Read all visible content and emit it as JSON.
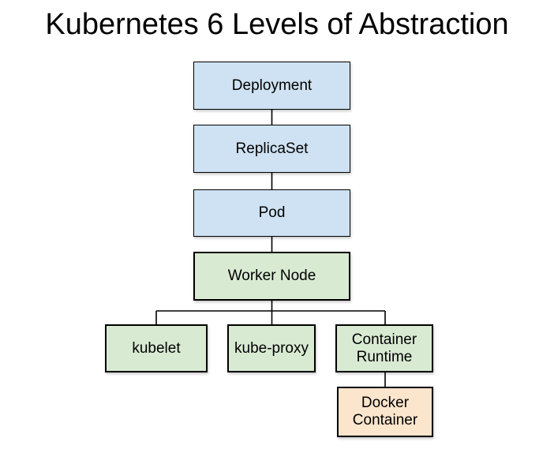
{
  "title": "Kubernetes 6 Levels of Abstraction",
  "palette": {
    "blue": "#cfe2f3",
    "green": "#d9ead3",
    "orange": "#fce5cd",
    "connector": "#000000",
    "title_color": "#000000"
  },
  "nodes": {
    "deployment": {
      "label": "Deployment",
      "color": "blue"
    },
    "replicaset": {
      "label": "ReplicaSet",
      "color": "blue"
    },
    "pod": {
      "label": "Pod",
      "color": "blue"
    },
    "worker_node": {
      "label": "Worker Node",
      "color": "green"
    },
    "kubelet": {
      "label": "kubelet",
      "color": "green"
    },
    "kube_proxy": {
      "label": "kube-proxy",
      "color": "green"
    },
    "container_runtime": {
      "label": "Container\nRuntime",
      "color": "green"
    },
    "docker_container": {
      "label": "Docker\nContainer",
      "color": "orange"
    }
  },
  "edges": [
    {
      "from": "Deployment",
      "to": "ReplicaSet"
    },
    {
      "from": "ReplicaSet",
      "to": "Pod"
    },
    {
      "from": "Pod",
      "to": "Worker Node"
    },
    {
      "from": "Worker Node",
      "to": "kubelet"
    },
    {
      "from": "Worker Node",
      "to": "kube-proxy"
    },
    {
      "from": "Worker Node",
      "to": "Container Runtime"
    },
    {
      "from": "Container Runtime",
      "to": "Docker Container"
    }
  ]
}
